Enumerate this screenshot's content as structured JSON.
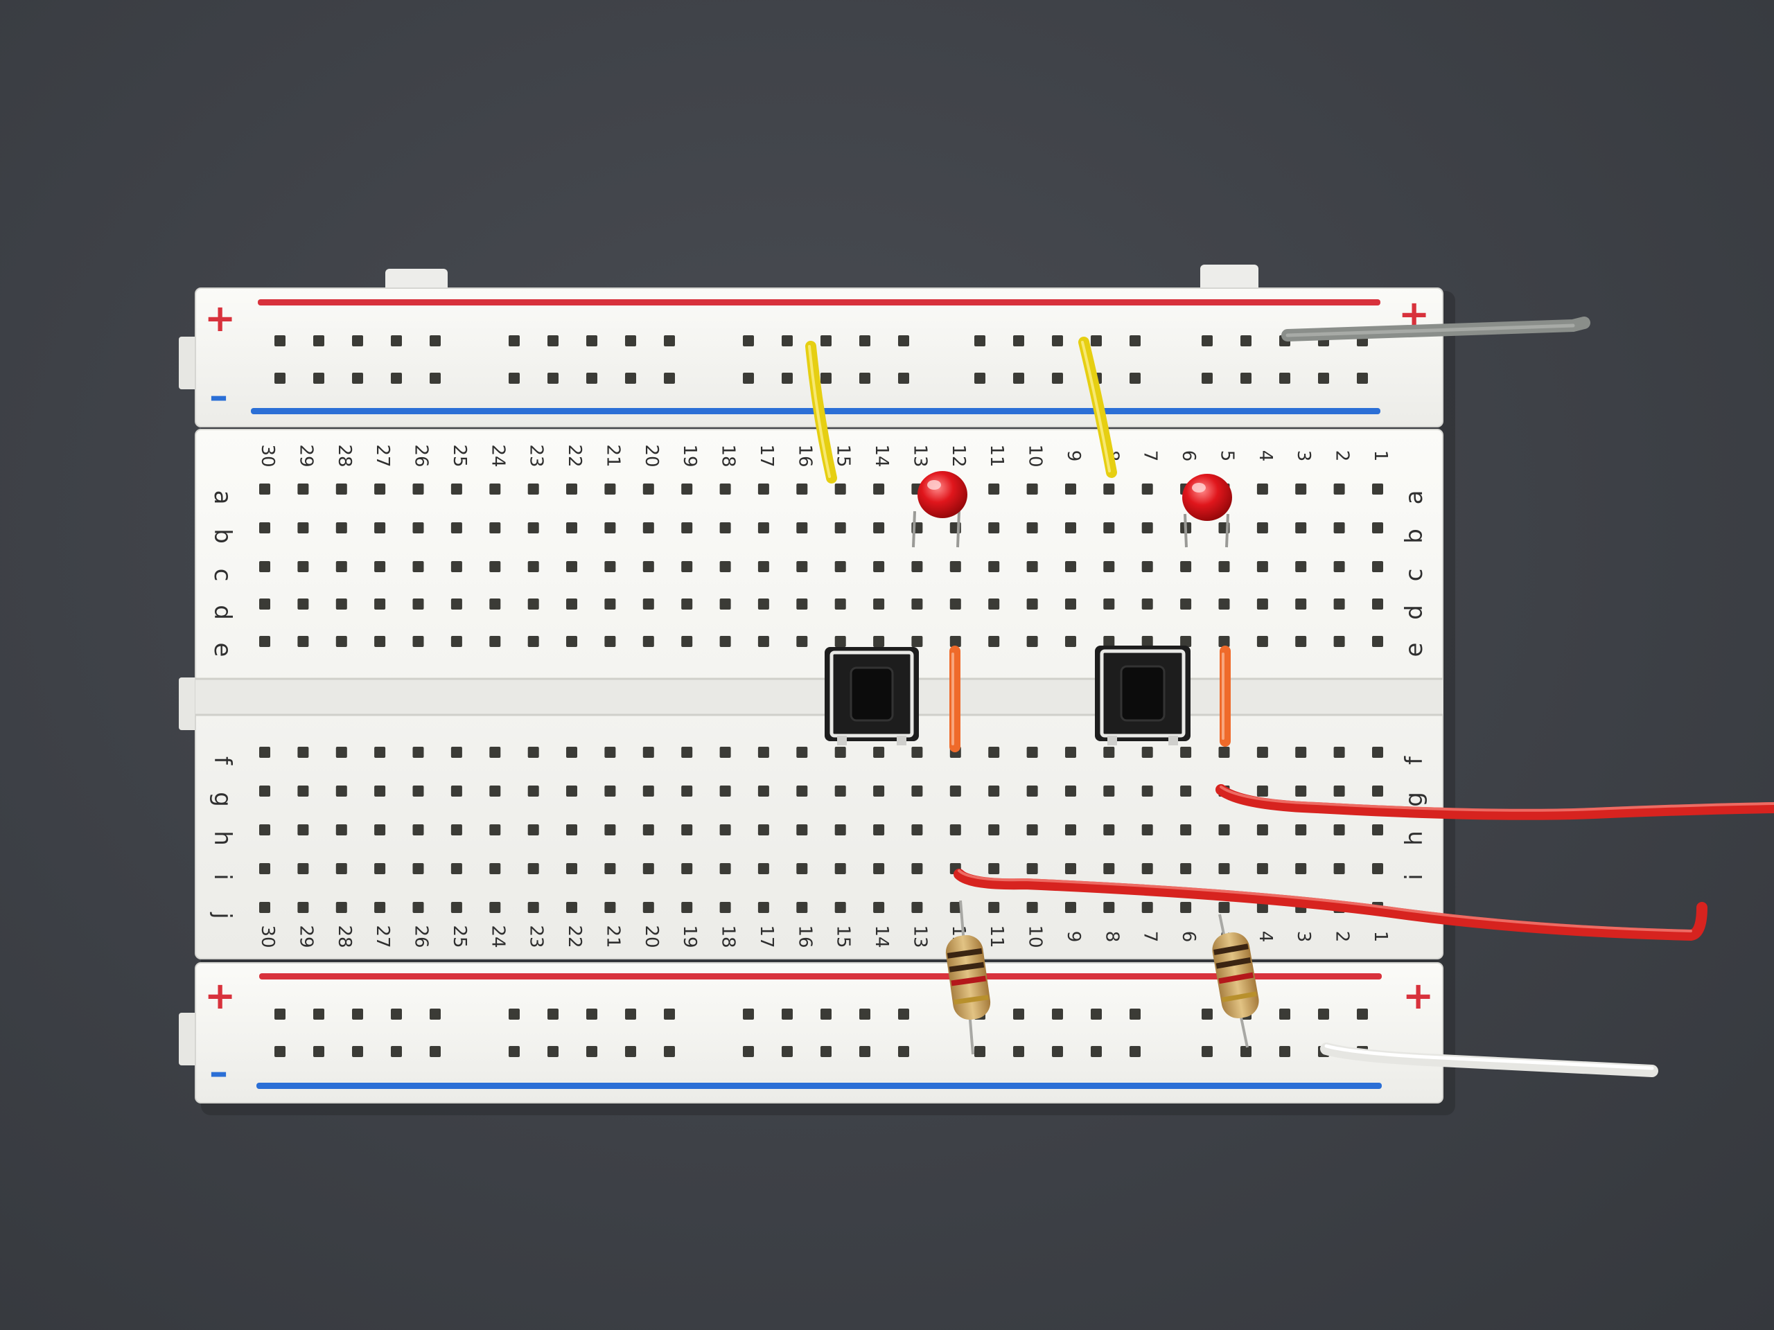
{
  "breadboard": {
    "columns": [
      "30",
      "29",
      "28",
      "27",
      "26",
      "25",
      "24",
      "23",
      "22",
      "21",
      "20",
      "19",
      "18",
      "17",
      "16",
      "15",
      "14",
      "13",
      "12",
      "11",
      "10",
      "9",
      "8",
      "7",
      "6",
      "5",
      "4",
      "3",
      "2",
      "1"
    ],
    "rows_top": [
      "a",
      "b",
      "c",
      "d",
      "e"
    ],
    "rows_bottom": [
      "f",
      "g",
      "h",
      "i",
      "j"
    ],
    "rail_plus": "+",
    "rail_minus": "–"
  },
  "components": {
    "leds": [
      {
        "color": "#d8141a"
      },
      {
        "color": "#d8141a"
      }
    ],
    "buttons": 2,
    "resistors": 2,
    "jumper_colors": {
      "yellow": "#e8d21a",
      "orange": "#ef6a2a",
      "red": "#d7231f",
      "gray": "#8a8e8a",
      "white": "#e6e6e2"
    }
  },
  "colors": {
    "board": "#f6f6f3",
    "red_rail": "#d8323c",
    "blue_rail": "#2b6fd6",
    "background": "#3f4248"
  }
}
